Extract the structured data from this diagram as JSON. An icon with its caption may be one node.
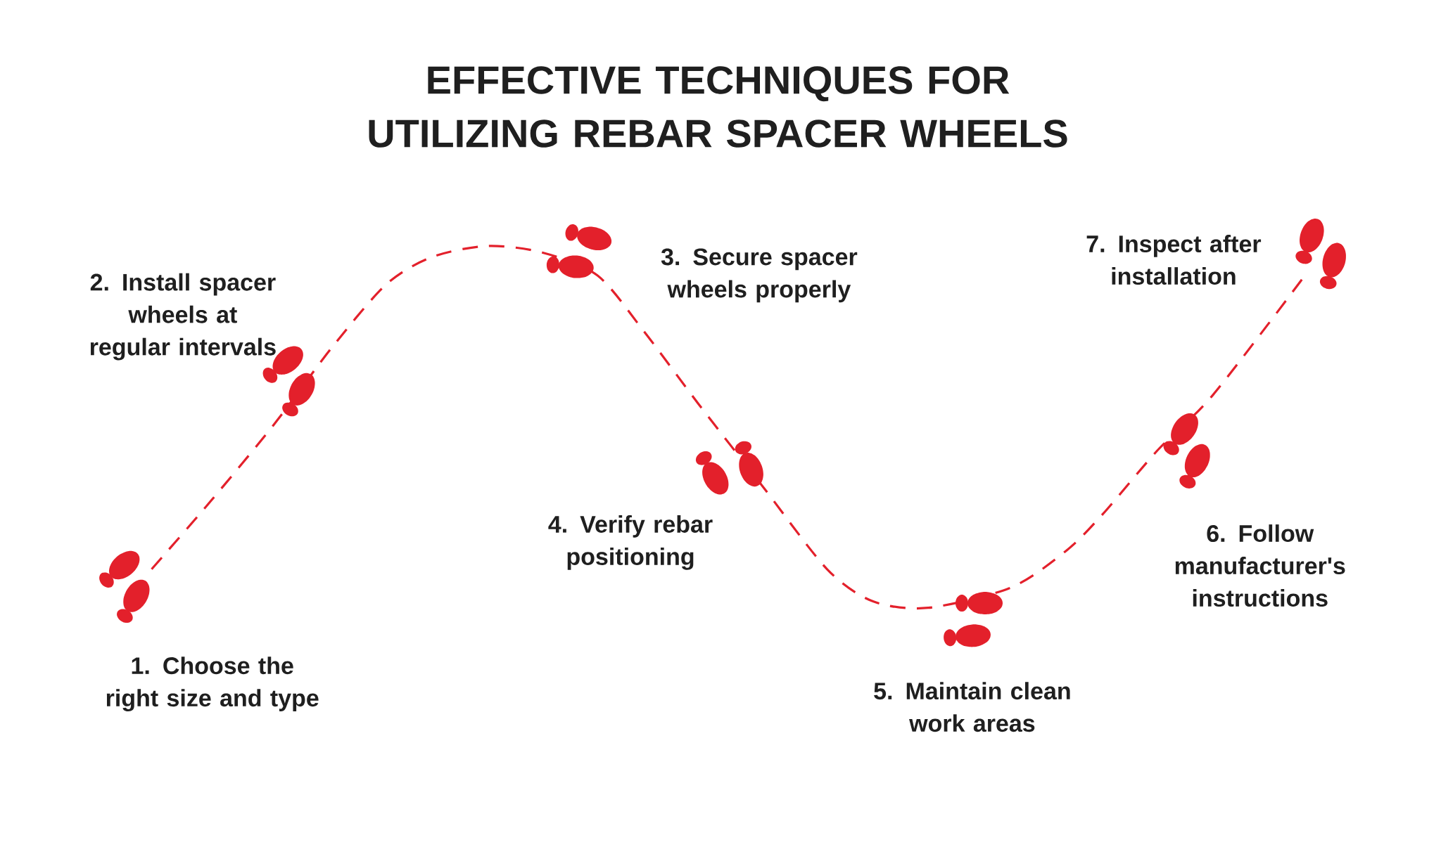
{
  "diagram": {
    "title": "EFFECTIVE TECHNIQUES FOR UTILIZING REBAR SPACER WHEELS",
    "labels": [
      "2. Install spacer wheels at regular intervals",
      "3. Secure spacer wheels properly",
      "7. Inspect after installation",
      "4. Verify rebar positioning",
      "6. Follow manufacturer's instructions",
      "1. Choose the right size and type",
      "5. Maintain clean work areas"
    ]
  }
}
